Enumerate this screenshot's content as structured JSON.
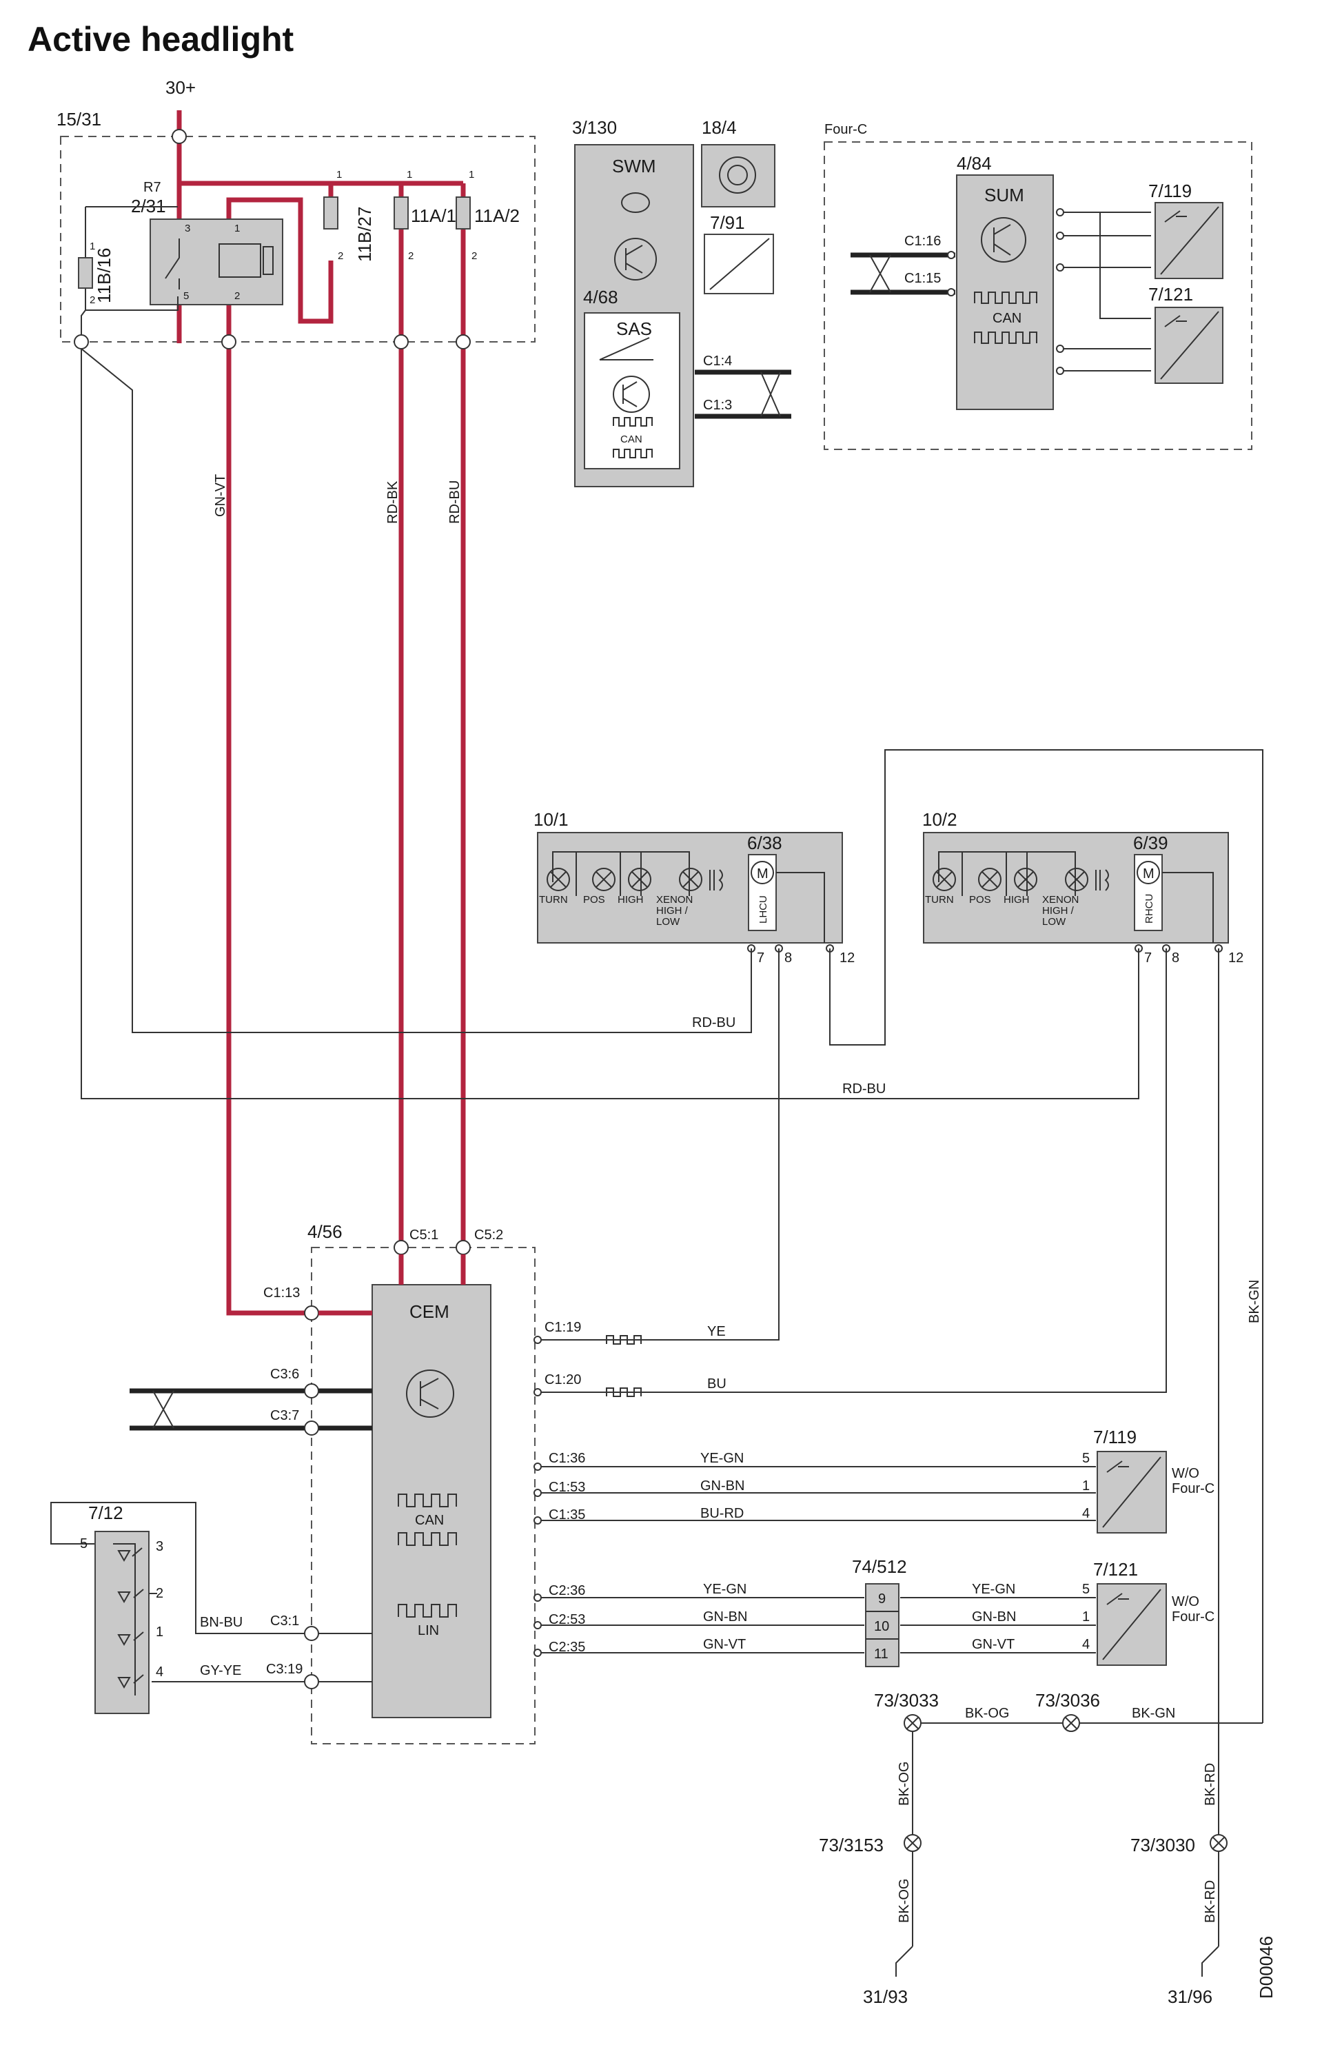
{
  "title": "Active headlight",
  "doc_code": "D00046",
  "power": "30+",
  "fusebox": {
    "id": "15/31",
    "relay_r": "R7",
    "relay_id": "2/31",
    "fuse_left": "11B/16",
    "fuse_mid": "11B/27",
    "fuse_a": "11A/1",
    "fuse_b": "11A/2"
  },
  "wire_colors": {
    "gn_vt": "GN-VT",
    "rd_bk": "RD-BK",
    "rd_bu": "RD-BU",
    "ye": "YE",
    "bu": "BU",
    "ye_gn": "YE-GN",
    "gn_bn": "GN-BN",
    "bu_rd": "BU-RD",
    "bn_bu": "BN-BU",
    "gy_ye": "GY-YE",
    "bk_og": "BK-OG",
    "bk_gn": "BK-GN",
    "bk_rd": "BK-RD"
  },
  "swm": {
    "id": "3/130",
    "name": "SWM",
    "sub_a": "18/4",
    "sub_b": "7/91"
  },
  "sas": {
    "id": "4/68",
    "name": "SAS",
    "can": "CAN",
    "c1": "C1:4",
    "c2": "C1:3"
  },
  "four_c": {
    "label": "Four-C",
    "sum_id": "4/84",
    "sum_name": "SUM",
    "can": "CAN",
    "c1": "C1:16",
    "c2": "C1:15",
    "s1": "7/119",
    "s2": "7/121"
  },
  "headlamp_left": {
    "id": "10/1",
    "motor": "6/38",
    "unit": "LHCU",
    "pin7": "7",
    "pin8": "8",
    "pin12": "12"
  },
  "headlamp_right": {
    "id": "10/2",
    "motor": "6/39",
    "unit": "RHCU",
    "pin7": "7",
    "pin8": "8",
    "pin12": "12"
  },
  "lamps": {
    "turn": "TURN",
    "pos": "POS",
    "high": "HIGH",
    "xenon1": "XENON",
    "xenon2": "HIGH /",
    "xenon3": "LOW",
    "m": "M"
  },
  "cem": {
    "id": "4/56",
    "name": "CEM",
    "can": "CAN",
    "lin": "LIN",
    "c5_1": "C5:1",
    "c5_2": "C5:2",
    "c1_13": "C1:13",
    "c3_6": "C3:6",
    "c3_7": "C3:7",
    "c3_1": "C3:1",
    "c3_19": "C3:19",
    "c1_19": "C1:19",
    "c1_20": "C1:20",
    "c1_36": "C1:36",
    "c1_53": "C1:53",
    "c1_35": "C1:35",
    "c2_36": "C2:36",
    "c2_53": "C2:53",
    "c2_35": "C2:35"
  },
  "switch": {
    "id": "7/12",
    "p5": "5",
    "p3": "3",
    "p2": "2",
    "p1": "1",
    "p4": "4"
  },
  "sensor_front": {
    "id": "7/119",
    "note1": "W/O",
    "note2": "Four-C",
    "p5": "5",
    "p1": "1",
    "p4": "4"
  },
  "sensor_rear": {
    "id": "7/121",
    "note1": "W/O",
    "note2": "Four-C",
    "p5": "5",
    "p1": "1",
    "p4": "4"
  },
  "connector": {
    "id": "74/512",
    "p9": "9",
    "p10": "10",
    "p11": "11"
  },
  "grounds": {
    "g1": "73/3033",
    "g2": "73/3036",
    "g3": "73/3153",
    "g4": "73/3030",
    "e1": "31/93",
    "e2": "31/96"
  },
  "pins": {
    "one": "1",
    "two": "2",
    "three": "3",
    "five": "5"
  }
}
